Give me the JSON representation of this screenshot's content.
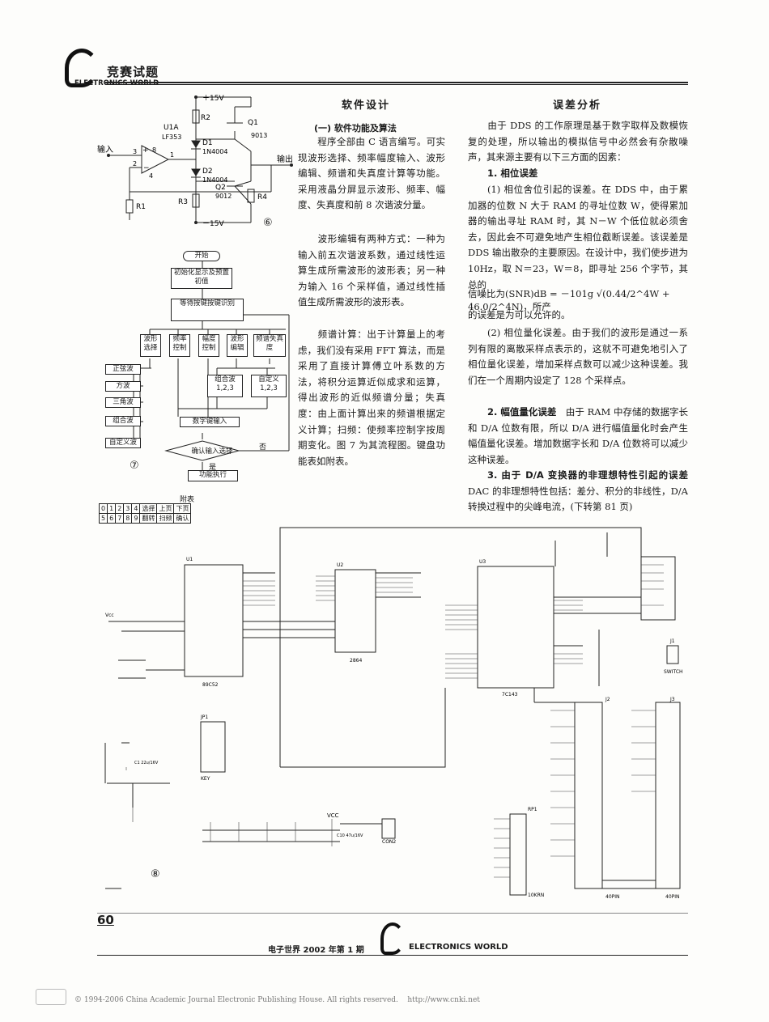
{
  "header": {
    "section": "竞赛试题",
    "magazine": "ELECTRONICS WORLD"
  },
  "software": {
    "title": "软件设计",
    "sub1": "(一) 软件功能及算法",
    "p1": "程序全部由 C 语言编写。可实现波形选择、频率幅度输入、波形编辑、频谱和失真度计算等功能。采用液晶分屏显示波形、频率、幅度、失真度和前 8 次谐波分量。",
    "p2": "波形编辑有两种方式：一种为输入前五次谐波系数，通过线性运算生成所需波形的波形表；另一种为输入 16 个采样值，通过线性插值生成所需波形的波形表。",
    "p3": "频谱计算：出于计算量上的考虑，我们没有采用 FFT 算法，而是采用了直接计算傅立叶系数的方法，将积分运算近似成求和运算，得出波形的近似频谱分量；失真度：由上面计算出来的频谱根据定义计算；扫频：使频率控制字按周期变化。图 7 为其流程图。键盘功能表如附表。"
  },
  "error": {
    "title": "误差分析",
    "intro": "由于 DDS 的工作原理是基于数字取样及数模恢复的处理，所以输出的模拟信号中必然会有杂散噪声，其来源主要有以下三方面的因素：",
    "h1": "1. 相位误差",
    "p1": "(1) 相位舍位引起的误差。在 DDS 中，由于累加器的位数 N 大于 RAM 的寻址位数 W，使得累加器的输出寻址 RAM 时，其 N－W 个低位就必须舍去，因此会不可避免地产生相位截断误差。该误差是 DDS 输出散杂的主要原因。在设计中，我们使步进为 10Hz，取 N＝23，W＝8，即寻址 256 个字节，其总的",
    "formula": "信噪比为(SNR)dB = －101g √(0.44/2^4W + 46.0/2^4N)，所产",
    "p1b": "的误差是为可以允许的。",
    "p2": "(2) 相位量化误差。由于我们的波形是通过一系列有限的离散采样点表示的，这就不可避免地引入了相位量化误差，增加采样点数可以减少这种误差。我们在一个周期内设定了 128 个采样点。",
    "h2": "2. 幅值量化误差",
    "p3": "由于 RAM 中存储的数据字长和 D/A 位数有限，所以 D/A 进行幅值量化时会产生幅值量化误差。增加数据字长和 D/A 位数将可以减少这种误差。",
    "h3": "3. 由于 D/A 变换器的非理想特性引起的误差",
    "p4": "DAC 的非理想特性包括：差分、积分的非线性，D/A 转换过程中的尖峰电流，(下转第 81 页)"
  },
  "fig6": {
    "num": "⑥",
    "plus15": "＋15V",
    "minus15": "－15V",
    "R2": "R2",
    "R3": "R3",
    "R4": "R4",
    "R1": "R1",
    "Q1": "Q1",
    "Q1m": "9013",
    "Q2": "Q2",
    "Q2m": "9012",
    "D1": "D1",
    "D1m": "1N4004",
    "D2": "D2",
    "D2m": "1N4004",
    "U1A": "U1A",
    "U1Am": "LF353",
    "in": "输入",
    "out": "输出"
  },
  "fig7": {
    "num": "⑦",
    "start": "开始",
    "init": "初始化显示及预置初值",
    "wait": "等待按键按键识别",
    "b1": "波形选择",
    "b2": "频率控制",
    "b3": "幅度控制",
    "b4": "波形编辑",
    "b5": "频谱失真度",
    "w1": "正弦波",
    "w2": "方波",
    "w3": "三角波",
    "w4": "组合波",
    "w5": "自定义波",
    "c1": "组合波 1,2,3",
    "c2": "自定义 1,2,3",
    "digit": "数字键输入",
    "confirm": "确认输入选择",
    "no": "否",
    "yes": "是",
    "exec": "功能执行"
  },
  "keytable": {
    "caption": "附表",
    "row1": [
      "0",
      "1",
      "2",
      "3",
      "4",
      "选择",
      "上页",
      "下页"
    ],
    "row2": [
      "5",
      "6",
      "7",
      "8",
      "9",
      "翻转",
      "扫频",
      "确认"
    ]
  },
  "fig8": {
    "num": "⑧",
    "u1": "U1",
    "u1m": "89C52",
    "u2": "U2",
    "u2m": "2864",
    "u3": "U3",
    "u3m": "7C143",
    "j1": "J1",
    "j1m": "SWITCH",
    "j2": "J2",
    "j3": "J3",
    "j2m": "40PIN",
    "j3m": "40PIN",
    "jp1": "JP1",
    "jp1m": "KEY",
    "rp1": "RP1",
    "rp1m": "10KRN",
    "con": "CON2",
    "vcc": "VCC",
    "c10": "C10 47u/16V",
    "c1": "C1 22u/16V",
    "vc": "Vcc"
  },
  "footer": {
    "page": "60",
    "issue": "电子世界 2002 年第 1 期",
    "magazine": "ELECTRONICS WORLD",
    "copyright": "© 1994-2006 China Academic Journal Electronic Publishing House. All rights reserved.    http://www.cnki.net"
  }
}
